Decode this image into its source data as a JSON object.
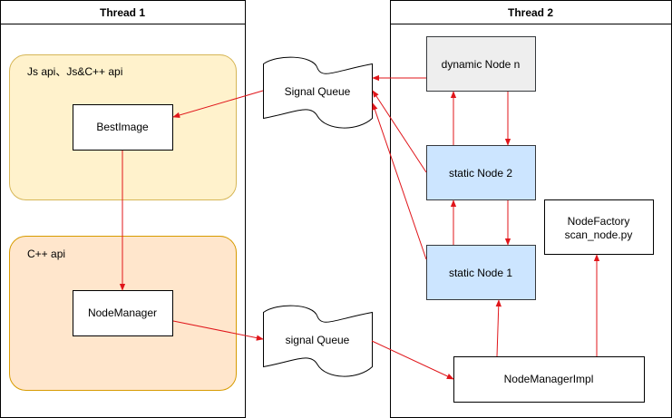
{
  "colors": {
    "arrow": "#e0151a",
    "js_region_fill": "#fff2cc",
    "js_region_stroke": "#d6b656",
    "cpp_region_fill": "#ffe6cc",
    "cpp_region_stroke": "#d79b00",
    "static_node_fill": "#cce5ff",
    "static_node_stroke": "#36393d",
    "dynamic_node_fill": "#eeeeee"
  },
  "thread1": {
    "title": "Thread 1",
    "js_region_label": "Js api、Js&C++ api",
    "cpp_region_label": "C++ api",
    "best_image": "BestImage",
    "node_manager": "NodeManager"
  },
  "thread2": {
    "title": "Thread 2",
    "dynamic_node": "dynamic Node n",
    "static_node_2": "static Node 2",
    "static_node_1": "static Node 1",
    "node_factory_line1": "NodeFactory",
    "node_factory_line2": "scan_node.py",
    "node_manager_impl": "NodeManagerImpl"
  },
  "queues": {
    "top": "Signal Queue",
    "bottom": "signal Queue"
  }
}
